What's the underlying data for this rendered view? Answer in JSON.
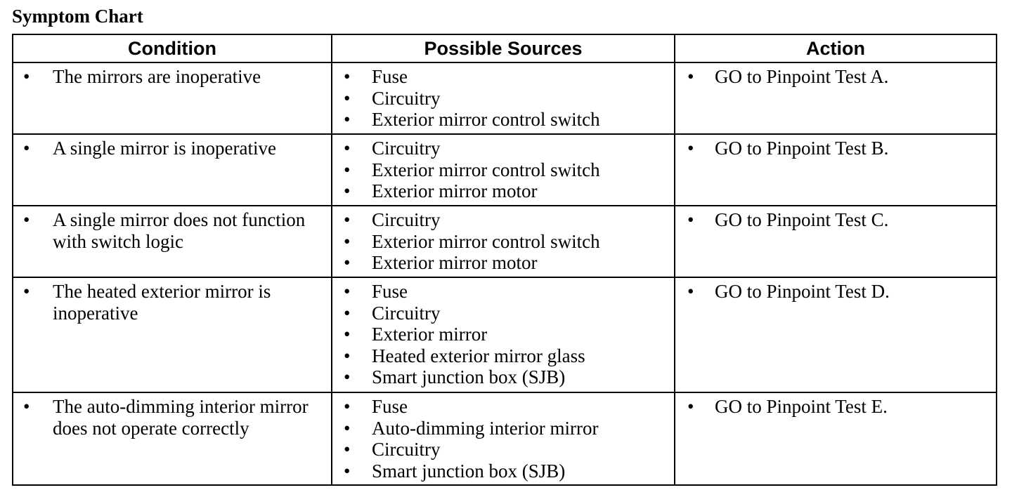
{
  "title": "Symptom Chart",
  "headers": {
    "condition": "Condition",
    "sources": "Possible Sources",
    "action": "Action"
  },
  "rows": [
    {
      "condition": "The mirrors are inoperative",
      "sources": [
        "Fuse",
        "Circuitry",
        "Exterior mirror control switch"
      ],
      "action": "GO to Pinpoint Test A."
    },
    {
      "condition": "A single mirror is inoperative",
      "sources": [
        "Circuitry",
        "Exterior mirror control switch",
        "Exterior mirror motor"
      ],
      "action": "GO to Pinpoint Test B."
    },
    {
      "condition": "A single mirror does not function with switch logic",
      "sources": [
        "Circuitry",
        "Exterior mirror control switch",
        "Exterior mirror motor"
      ],
      "action": "GO to Pinpoint Test C."
    },
    {
      "condition": "The heated exterior mirror is inoperative",
      "sources": [
        "Fuse",
        "Circuitry",
        "Exterior mirror",
        "Heated exterior mirror glass",
        "Smart junction box (SJB)"
      ],
      "action": "GO to Pinpoint Test D."
    },
    {
      "condition": "The auto-dimming interior mirror does not operate correctly",
      "sources": [
        "Fuse",
        "Auto-dimming interior mirror",
        "Circuitry",
        "Smart junction box (SJB)"
      ],
      "action": "GO to Pinpoint Test E."
    }
  ]
}
